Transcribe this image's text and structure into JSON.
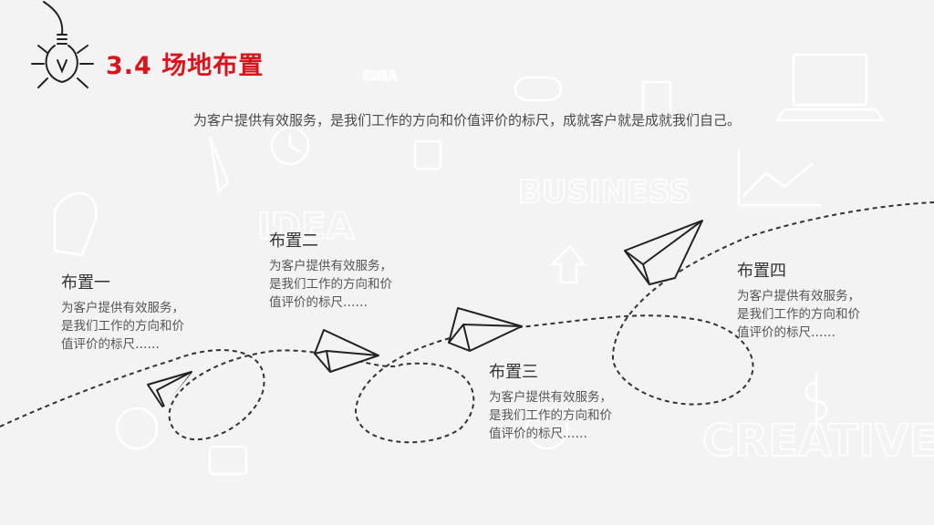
{
  "header": {
    "title": "3.4 场地布置",
    "subtitle": "为客户提供有效服务，是我们工作的方向和价值评价的标尺，成就客户就是成就我们自己。"
  },
  "background_words": {
    "idea_small": "IDEA",
    "business": "BUSINESS",
    "idea_large": "IDEA",
    "creative": "CREATIVE"
  },
  "items": [
    {
      "title": "布置一",
      "lines": [
        "为客户提供有效服务，",
        "是我们工作的方向和价",
        "值评价的标尺……"
      ]
    },
    {
      "title": "布置二",
      "lines": [
        "为客户提供有效服务，",
        "是我们工作的方向和价",
        "值评价的标尺……"
      ]
    },
    {
      "title": "布置三",
      "lines": [
        "为客户提供有效服务，",
        "是我们工作的方向和价",
        "值评价的标尺……"
      ]
    },
    {
      "title": "布置四",
      "lines": [
        "为客户提供有效服务，",
        "是我们工作的方向和价",
        "值评价的标尺……"
      ]
    }
  ],
  "colors": {
    "accent": "#d9141c",
    "background": "#f3f3f3",
    "text": "#333333",
    "route": "#333333"
  }
}
